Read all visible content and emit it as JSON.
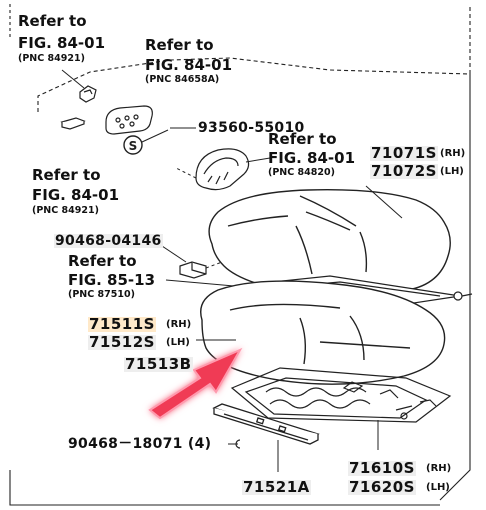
{
  "refs": {
    "r1": {
      "title": "Refer to",
      "fig": "FIG. 84-01",
      "pnc": "(PNC 84921)"
    },
    "r2": {
      "title": "Refer to",
      "fig": "FIG. 84-01",
      "pnc": "(PNC 84658A)"
    },
    "r3": {
      "title": "Refer to",
      "fig": "FIG. 84-01",
      "pnc": "(PNC 84921)"
    },
    "r4": {
      "title": "Refer to",
      "fig": "FIG. 84-01",
      "pnc": "(PNC 84820)"
    },
    "r5": {
      "title": "Refer to",
      "fig": "FIG. 85-13",
      "pnc": "(PNC 87510)"
    }
  },
  "parts": {
    "p93560": "93560-55010",
    "s_symbol": "S",
    "p71071": "71071S",
    "p71071_side": "(RH)",
    "p71072": "71072S",
    "p71072_side": "(LH)",
    "p90468a": "90468-04146",
    "p71511": "71511S",
    "p71511_side": "(RH)",
    "p71512": "71512S",
    "p71512_side": "(LH)",
    "p71513": "71513B",
    "p90468b": "90468－18071 (4)",
    "p71610": "71610S",
    "p71610_side": "(RH)",
    "p71620": "71620S",
    "p71620_side": "(LH)",
    "p71521": "71521A"
  },
  "colors": {
    "line": "#222222",
    "arrow_fill": "#f03a55",
    "arrow_glow": "#ff6b8a",
    "label_highlight": "#ffe9c9"
  },
  "icons": {
    "arrow": "pointer-arrow-icon",
    "s_mark": "circled-s-icon"
  }
}
